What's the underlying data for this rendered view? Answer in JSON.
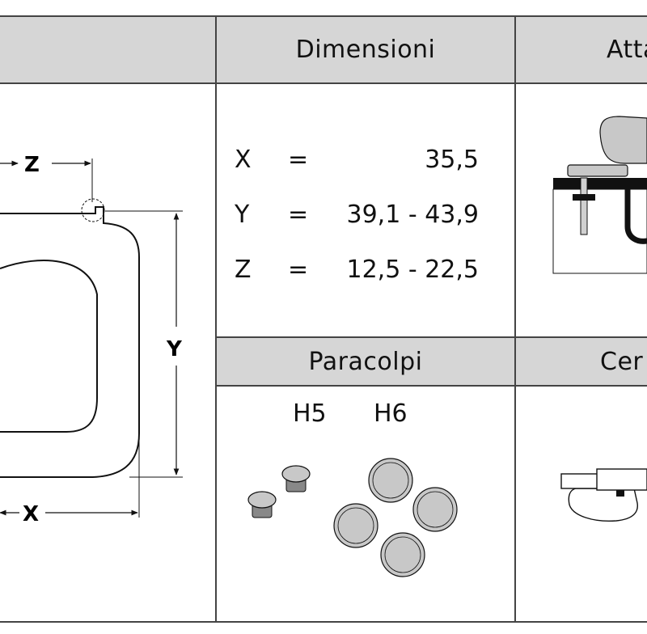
{
  "headers": {
    "dimensions": "Dimensioni",
    "attacco": "Atta",
    "bumpers": "Paracolpi",
    "hinge": "Cer"
  },
  "drawing_labels": {
    "z": "Z",
    "y": "Y",
    "x": "X"
  },
  "dimensions": [
    {
      "key": "X",
      "eq": "=",
      "value": "35,5"
    },
    {
      "key": "Y",
      "eq": "=",
      "value": "39,1 - 43,9"
    },
    {
      "key": "Z",
      "eq": "=",
      "value": "12,5 - 22,5"
    }
  ],
  "bumper_labels": {
    "h5": "H5",
    "h6": "H6"
  },
  "colors": {
    "header_bg": "#d6d6d6",
    "grid_line": "#444444",
    "part_fill": "#c8c8c8"
  }
}
